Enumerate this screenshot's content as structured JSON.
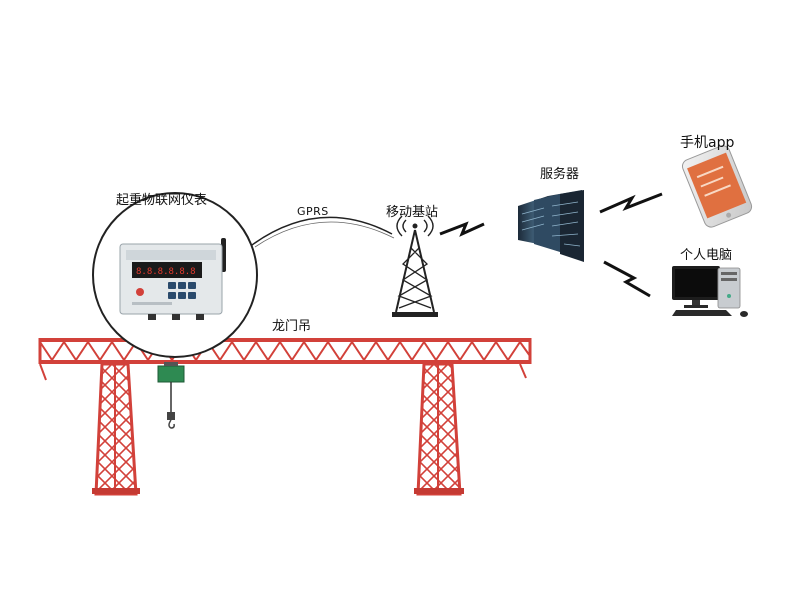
{
  "labels": {
    "meter": "起重物联网仪表",
    "gprs": "GPRS",
    "base_station": "移动基站",
    "server": "服务器",
    "mobile_app": "手机app",
    "pc": "个人电脑",
    "crane": "龙门吊"
  },
  "colors": {
    "crane_red": "#d2413a",
    "phone_orange": "#e07040",
    "signal_black": "#111111",
    "device_panel": "#e4e8ea"
  },
  "icons": [
    "meter-device-icon",
    "signal-tower-icon",
    "server-rack-icon",
    "smartphone-icon",
    "desktop-pc-icon",
    "lightning-signal-icon",
    "gantry-crane-icon"
  ]
}
